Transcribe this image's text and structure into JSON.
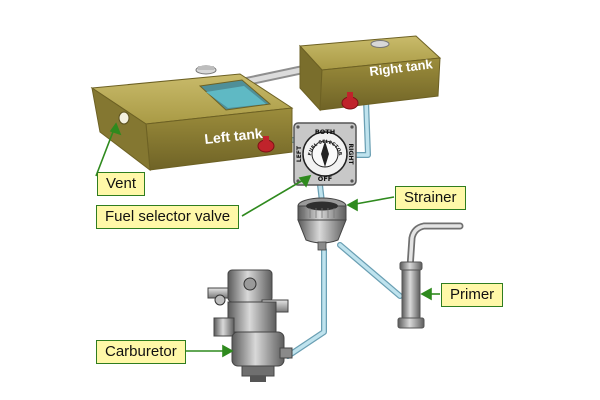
{
  "tanks": {
    "left_label": "Left tank",
    "right_label": "Right tank"
  },
  "selector": {
    "both": "BOTH",
    "left": "LEFT",
    "right": "RIGHT",
    "off": "OFF",
    "center_ring": "FUEL SELECTOR"
  },
  "callouts": {
    "vent": "Vent",
    "fuel_selector_valve": "Fuel selector valve",
    "strainer": "Strainer",
    "primer": "Primer",
    "carburetor": "Carburetor"
  },
  "colors": {
    "tank": "#a99a45",
    "tank_dark": "#7f722c",
    "fuel": "#5fb9c4",
    "pipe": "#bfe3ee",
    "pipe_edge": "#6a9fb3",
    "valve_red": "#c0232b",
    "callout_fill": "#fff8a8",
    "callout_border": "#2f7d1f"
  }
}
